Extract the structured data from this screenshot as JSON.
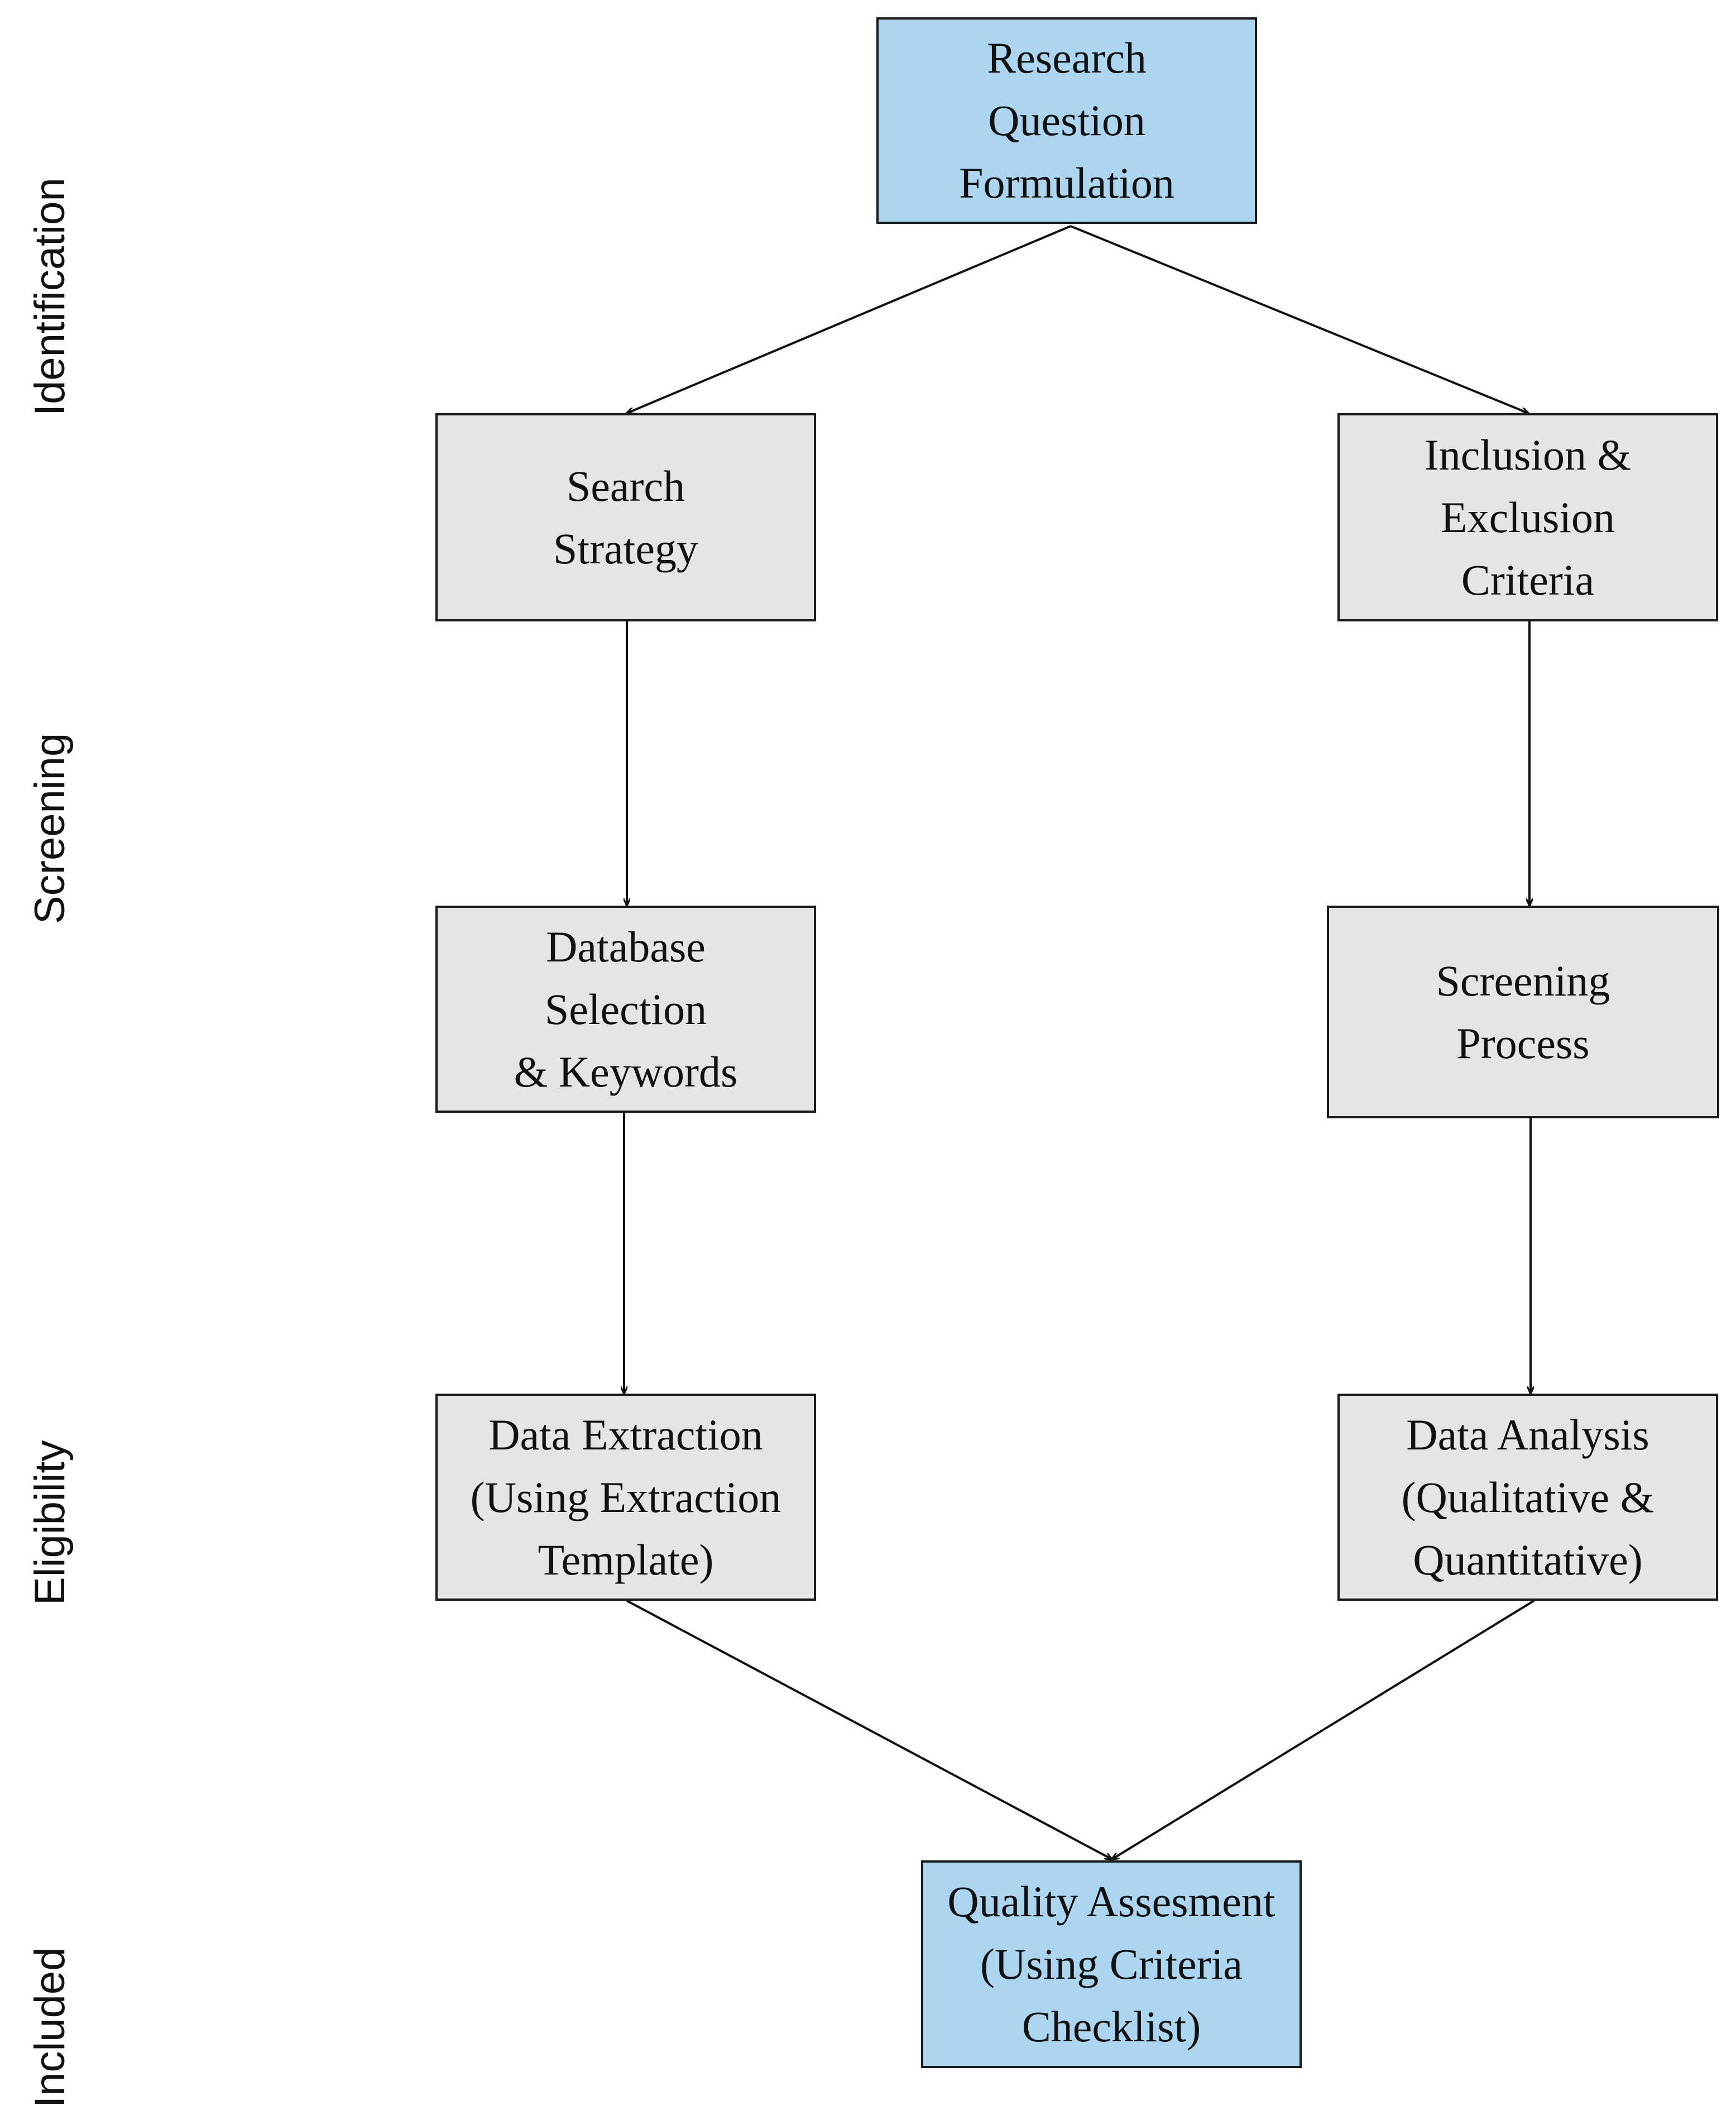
{
  "stages": [
    {
      "id": "identification",
      "label": "Identification"
    },
    {
      "id": "screening",
      "label": "Screening"
    },
    {
      "id": "eligibility",
      "label": "Eligibility"
    },
    {
      "id": "included",
      "label": "Included"
    }
  ],
  "nodes": {
    "research_question": {
      "lines": [
        "Research",
        "Question",
        "Formulation"
      ],
      "color": "#acd6f0"
    },
    "search_strategy": {
      "lines": [
        "Search",
        "Strategy"
      ],
      "color": "#e4e5e4"
    },
    "inclusion_exclusion": {
      "lines": [
        "Inclusion &",
        "Exclusion",
        "Criteria"
      ],
      "color": "#e4e5e4"
    },
    "database_selection": {
      "lines": [
        "Database",
        "Selection",
        "& Keywords"
      ],
      "color": "#e4e5e4"
    },
    "screening_process": {
      "lines": [
        "Screening",
        "Process"
      ],
      "color": "#e4e5e4"
    },
    "data_extraction": {
      "lines": [
        "Data Extraction",
        "(Using Extraction",
        "Template)"
      ],
      "color": "#e4e5e4"
    },
    "data_analysis": {
      "lines": [
        "Data Analysis",
        "(Qualitative &",
        "Quantitative)"
      ],
      "color": "#e4e5e4"
    },
    "quality_assessment": {
      "lines": [
        "Quality Assesment",
        "(Using Criteria",
        "Checklist)"
      ],
      "color": "#acd6f0"
    }
  },
  "edges": [
    {
      "from": "research_question",
      "to": "search_strategy"
    },
    {
      "from": "research_question",
      "to": "inclusion_exclusion"
    },
    {
      "from": "search_strategy",
      "to": "database_selection"
    },
    {
      "from": "inclusion_exclusion",
      "to": "screening_process"
    },
    {
      "from": "database_selection",
      "to": "data_extraction"
    },
    {
      "from": "screening_process",
      "to": "data_analysis"
    },
    {
      "from": "data_extraction",
      "to": "quality_assessment"
    },
    {
      "from": "data_analysis",
      "to": "quality_assessment"
    }
  ]
}
